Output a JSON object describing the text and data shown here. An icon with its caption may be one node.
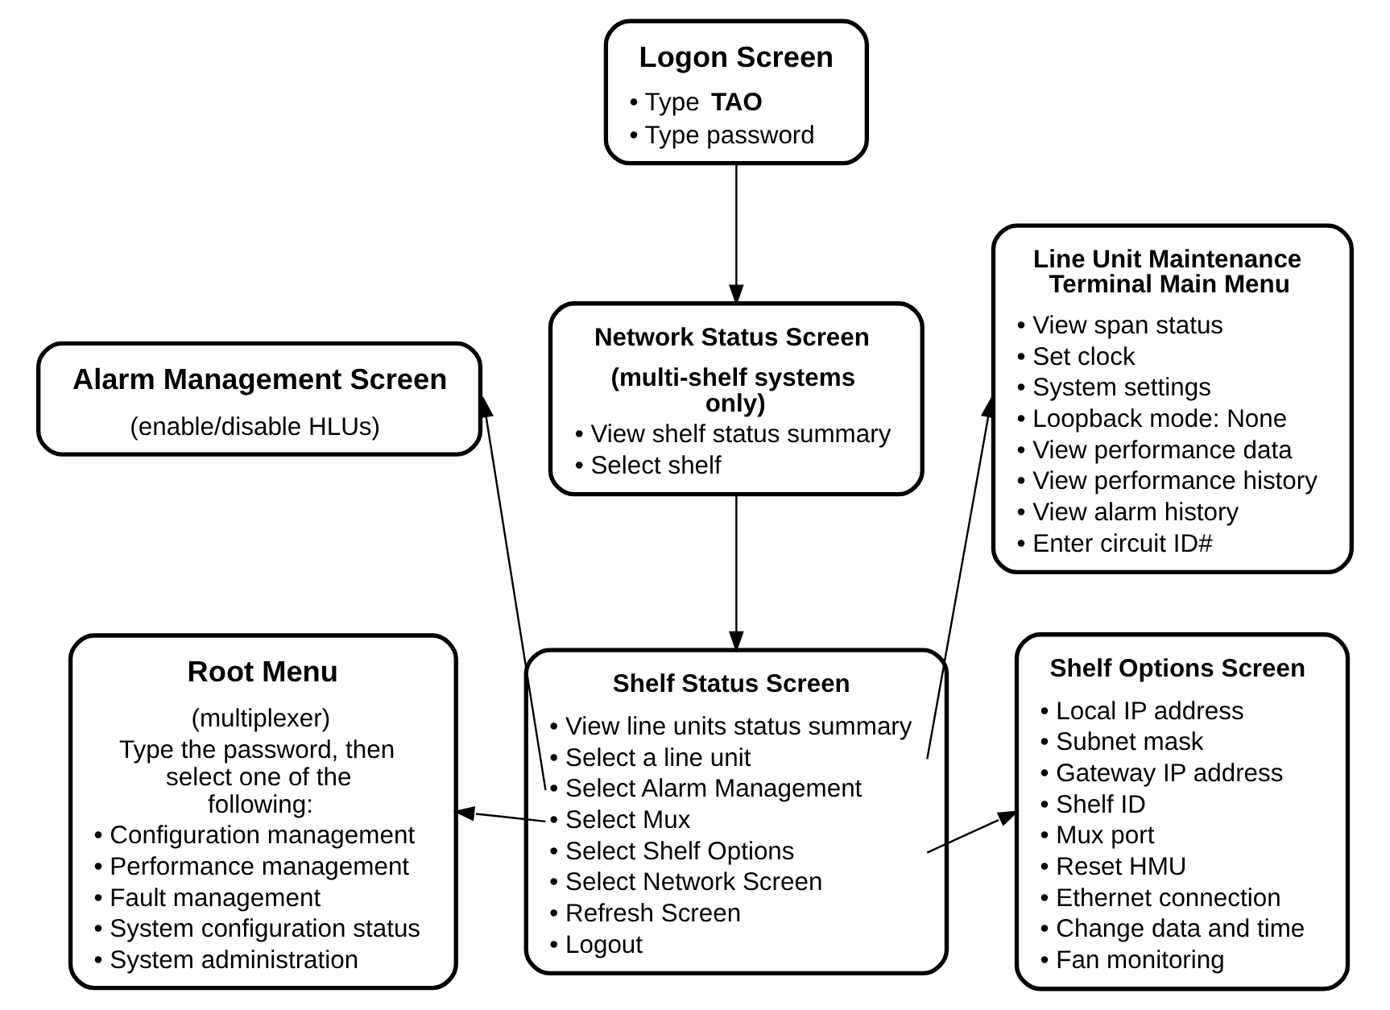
{
  "diagram": {
    "nodes": [
      {
        "text": [
          "Logon Screen",
          "• Type **TAO**",
          "• Type password"
        ]
      },
      {
        "text": [
          "Line Unit Maintenance Terminal Main Menu",
          "• View span status",
          "• Set clock",
          "• System settings",
          "• Loopback mode: None",
          "• View performance data",
          "• View performance history",
          "• View alarm history",
          "• Enter circuit ID#"
        ]
      },
      {
        "text": [
          "Network Status Screen",
          "(multi-shelf systems only)",
          "• View shelf status summary",
          "• Select shelf"
        ]
      },
      {
        "text": [
          "Alarm Management Screen",
          "(enable/disable HLUs)"
        ]
      },
      {
        "text": [
          "Shelf Status Screen",
          "• View line units status summary",
          "• Select a line unit",
          "• Select Alarm Management",
          "• Select Mux",
          "• Select Shelf Options",
          "• Select Network Screen",
          "• Refresh Screen",
          "• Logout"
        ]
      },
      {
        "text": [
          "Root Menu",
          "(multiplexer)",
          "Type the password, then select one of the following:",
          "• Configuration management",
          "• Performance management",
          "• Fault management",
          "• System configuration status",
          "• System administration"
        ]
      },
      {
        "text": [
          "Shelf Options Screen",
          "• Local IP address",
          "• Subnet mask",
          "• Gateway IP address",
          "• Shelf ID",
          "• Mux port",
          "• Reset HMU",
          "• Ethernet connection",
          "• Change data and time",
          "• Fan monitoring"
        ]
      }
    ],
    "edges": [
      {
        "from": 0,
        "to": 2,
        "arrow": "to"
      },
      {
        "from": 2,
        "to": 4,
        "arrow": "to"
      },
      {
        "from": 4,
        "to": 1,
        "arrow": "to"
      },
      {
        "from": 4,
        "to": 3,
        "arrow": "to"
      },
      {
        "from": 4,
        "to": 5,
        "arrow": "to"
      },
      {
        "from": 4,
        "to": 6,
        "arrow": "to"
      }
    ]
  }
}
